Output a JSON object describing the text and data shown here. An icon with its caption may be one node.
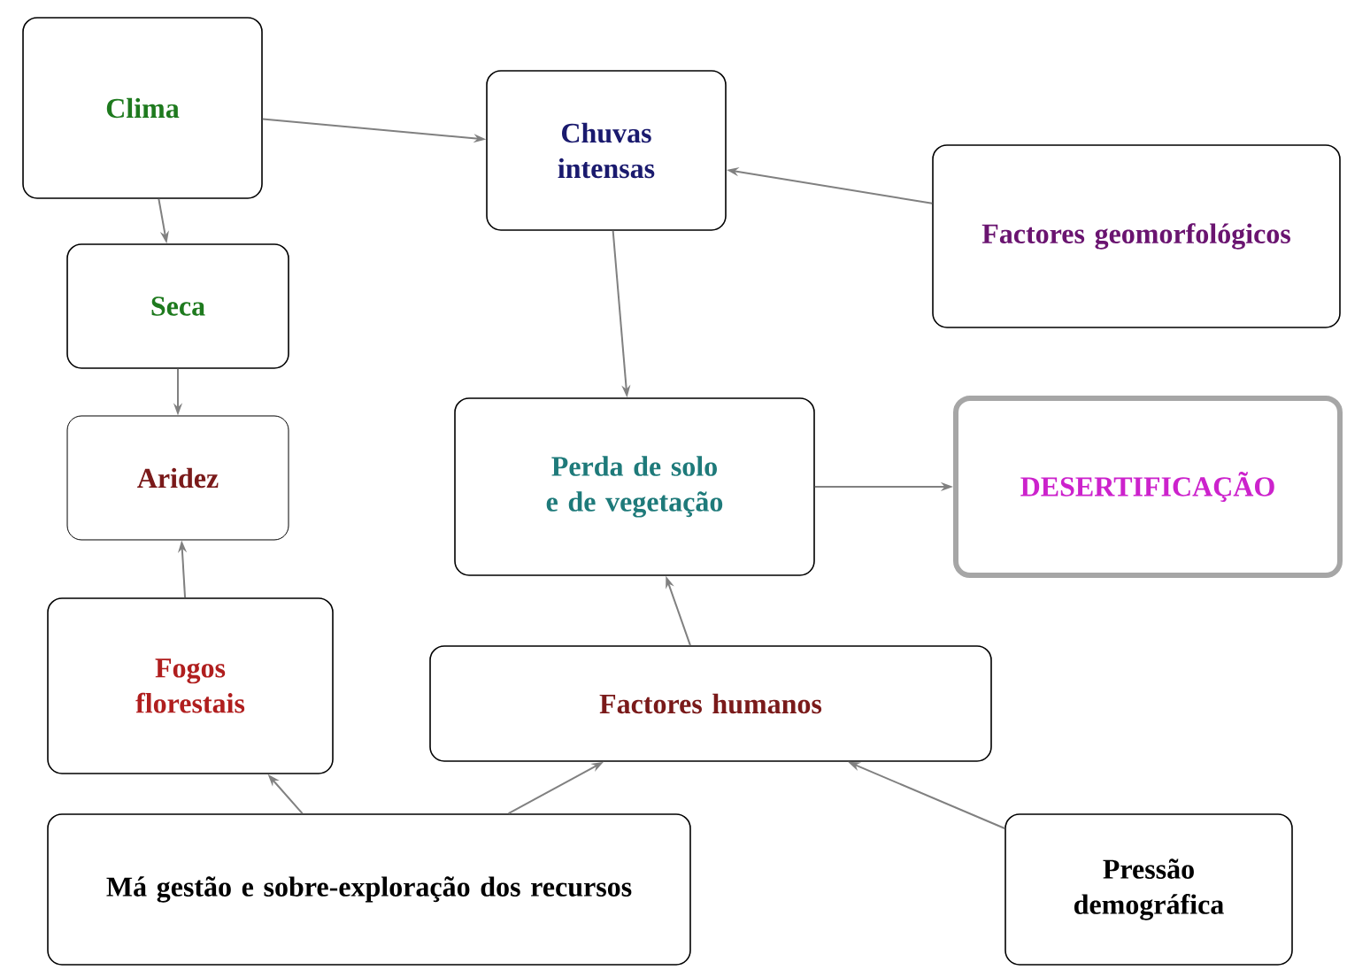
{
  "diagram": {
    "nodes": [
      {
        "text": [
          "Clima"
        ]
      },
      {
        "text": [
          "Chuvas intensas"
        ]
      },
      {
        "text": [
          "Factores geomorfológicos"
        ]
      },
      {
        "text": [
          "Seca"
        ]
      },
      {
        "text": [
          "Aridez"
        ]
      },
      {
        "text": [
          "Perda de solo e de vegetação"
        ]
      },
      {
        "text": [
          "DESERTIFICAÇÃO"
        ]
      },
      {
        "text": [
          "Fogos florestais"
        ]
      },
      {
        "text": [
          "Factores humanos"
        ]
      },
      {
        "text": [
          "Má gestão e sobre-exploração dos recursos"
        ]
      },
      {
        "text": [
          "Pressão demográfica"
        ]
      }
    ],
    "edges": [
      {
        "from": 0,
        "to": 1,
        "arrow": "to"
      },
      {
        "from": 0,
        "to": 3,
        "arrow": "to"
      },
      {
        "from": 3,
        "to": 4,
        "arrow": "to"
      },
      {
        "from": 2,
        "to": 1,
        "arrow": "to"
      },
      {
        "from": 1,
        "to": 5,
        "arrow": "to"
      },
      {
        "from": 5,
        "to": 6,
        "arrow": "to"
      },
      {
        "from": 8,
        "to": 5,
        "arrow": "to"
      },
      {
        "from": 7,
        "to": 4,
        "arrow": "to"
      },
      {
        "from": 9,
        "to": 7,
        "arrow": "to"
      },
      {
        "from": 9,
        "to": 8,
        "arrow": "to"
      },
      {
        "from": 10,
        "to": 8,
        "arrow": "to"
      }
    ]
  }
}
